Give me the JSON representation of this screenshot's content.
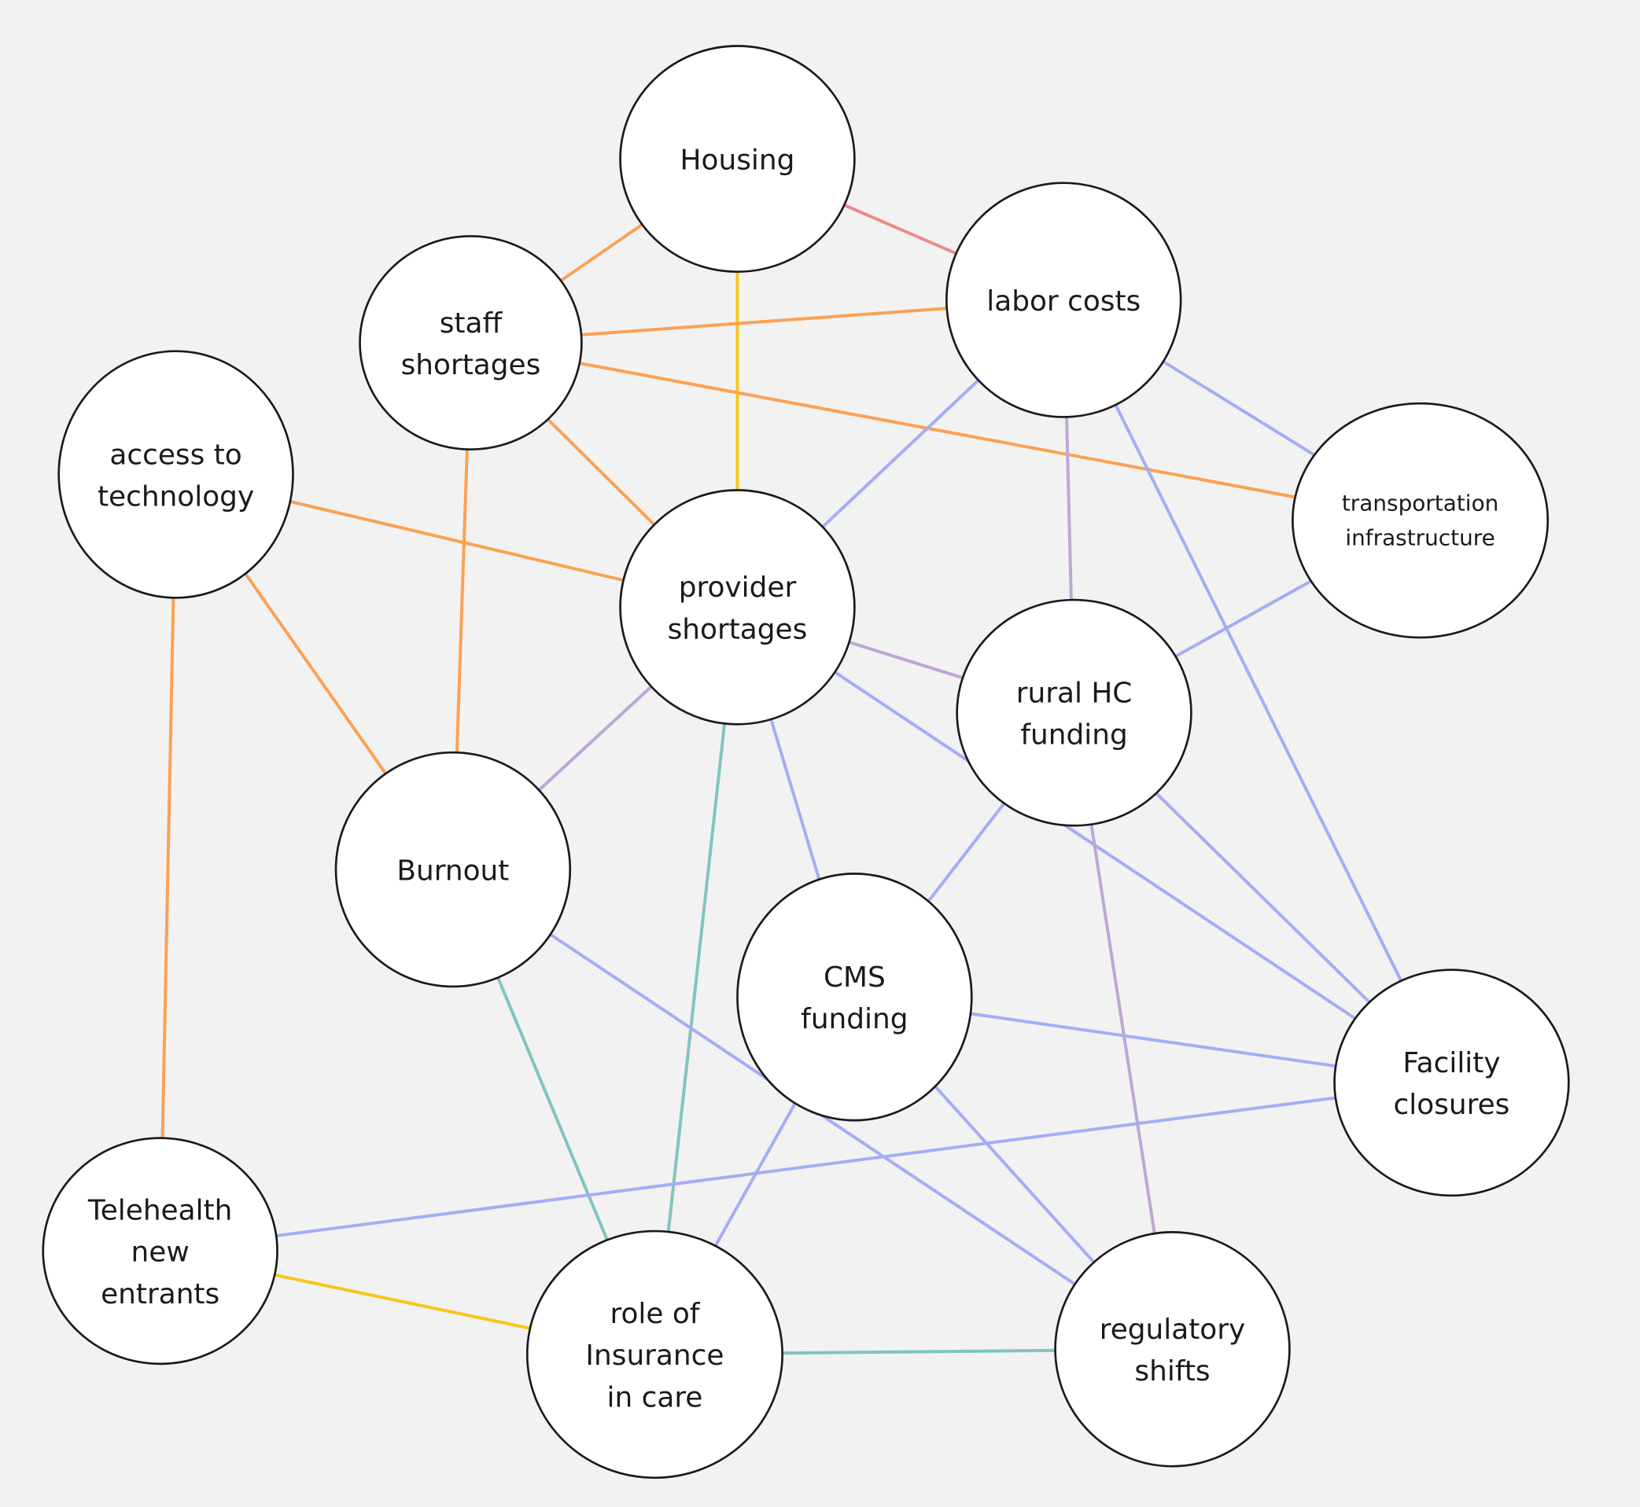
{
  "colors": {
    "background": "#f2f2f2",
    "orange": "#fba153",
    "yellow": "#f8c61a",
    "red": "#ec8a86",
    "blue": "#a4adf4",
    "purple": "#bca7d6",
    "teal": "#80c4bf"
  },
  "nodes": [
    {
      "id": "housing",
      "lines": [
        "Housing"
      ]
    },
    {
      "id": "labor",
      "lines": [
        "labor costs"
      ]
    },
    {
      "id": "staff",
      "lines": [
        "staff",
        "shortages"
      ]
    },
    {
      "id": "access",
      "lines": [
        "access to",
        "technology"
      ]
    },
    {
      "id": "transport",
      "lines": [
        "transportation",
        "infrastructure"
      ]
    },
    {
      "id": "provider",
      "lines": [
        "provider",
        "shortages"
      ]
    },
    {
      "id": "rural",
      "lines": [
        "rural HC",
        "funding"
      ]
    },
    {
      "id": "burnout",
      "lines": [
        "Burnout"
      ]
    },
    {
      "id": "cms",
      "lines": [
        "CMS",
        "funding"
      ]
    },
    {
      "id": "facility",
      "lines": [
        "Facility",
        "closures"
      ]
    },
    {
      "id": "telehealth",
      "lines": [
        "Telehealth",
        "new",
        "entrants"
      ]
    },
    {
      "id": "insurance",
      "lines": [
        "role of",
        "Insurance",
        "in care"
      ]
    },
    {
      "id": "regulatory",
      "lines": [
        "regulatory",
        "shifts"
      ]
    }
  ],
  "edges": [
    {
      "from": "housing",
      "to": "labor",
      "color": "red"
    },
    {
      "from": "housing",
      "to": "staff",
      "color": "orange"
    },
    {
      "from": "housing",
      "to": "provider",
      "color": "yellow"
    },
    {
      "from": "staff",
      "to": "labor",
      "color": "orange"
    },
    {
      "from": "staff",
      "to": "transport",
      "color": "orange"
    },
    {
      "from": "staff",
      "to": "provider",
      "color": "orange"
    },
    {
      "from": "staff",
      "to": "burnout",
      "color": "orange"
    },
    {
      "from": "access",
      "to": "provider",
      "color": "orange"
    },
    {
      "from": "access",
      "to": "burnout",
      "color": "orange"
    },
    {
      "from": "access",
      "to": "telehealth",
      "color": "orange"
    },
    {
      "from": "labor",
      "to": "provider",
      "color": "blue"
    },
    {
      "from": "labor",
      "to": "rural",
      "color": "purple"
    },
    {
      "from": "labor",
      "to": "transport",
      "color": "blue"
    },
    {
      "from": "labor",
      "to": "facility",
      "color": "blue"
    },
    {
      "from": "transport",
      "to": "rural",
      "color": "blue"
    },
    {
      "from": "provider",
      "to": "rural",
      "color": "purple"
    },
    {
      "from": "provider",
      "to": "burnout",
      "color": "purple"
    },
    {
      "from": "provider",
      "to": "cms",
      "color": "blue"
    },
    {
      "from": "provider",
      "to": "facility",
      "color": "blue"
    },
    {
      "from": "provider",
      "to": "insurance",
      "color": "teal"
    },
    {
      "from": "rural",
      "to": "cms",
      "color": "blue"
    },
    {
      "from": "rural",
      "to": "facility",
      "color": "blue"
    },
    {
      "from": "rural",
      "to": "regulatory",
      "color": "purple"
    },
    {
      "from": "burnout",
      "to": "insurance",
      "color": "teal"
    },
    {
      "from": "burnout",
      "to": "regulatory",
      "color": "blue"
    },
    {
      "from": "cms",
      "to": "facility",
      "color": "blue"
    },
    {
      "from": "cms",
      "to": "insurance",
      "color": "blue"
    },
    {
      "from": "cms",
      "to": "regulatory",
      "color": "blue"
    },
    {
      "from": "facility",
      "to": "telehealth",
      "color": "blue"
    },
    {
      "from": "telehealth",
      "to": "insurance",
      "color": "yellow"
    },
    {
      "from": "insurance",
      "to": "regulatory",
      "color": "teal"
    }
  ]
}
